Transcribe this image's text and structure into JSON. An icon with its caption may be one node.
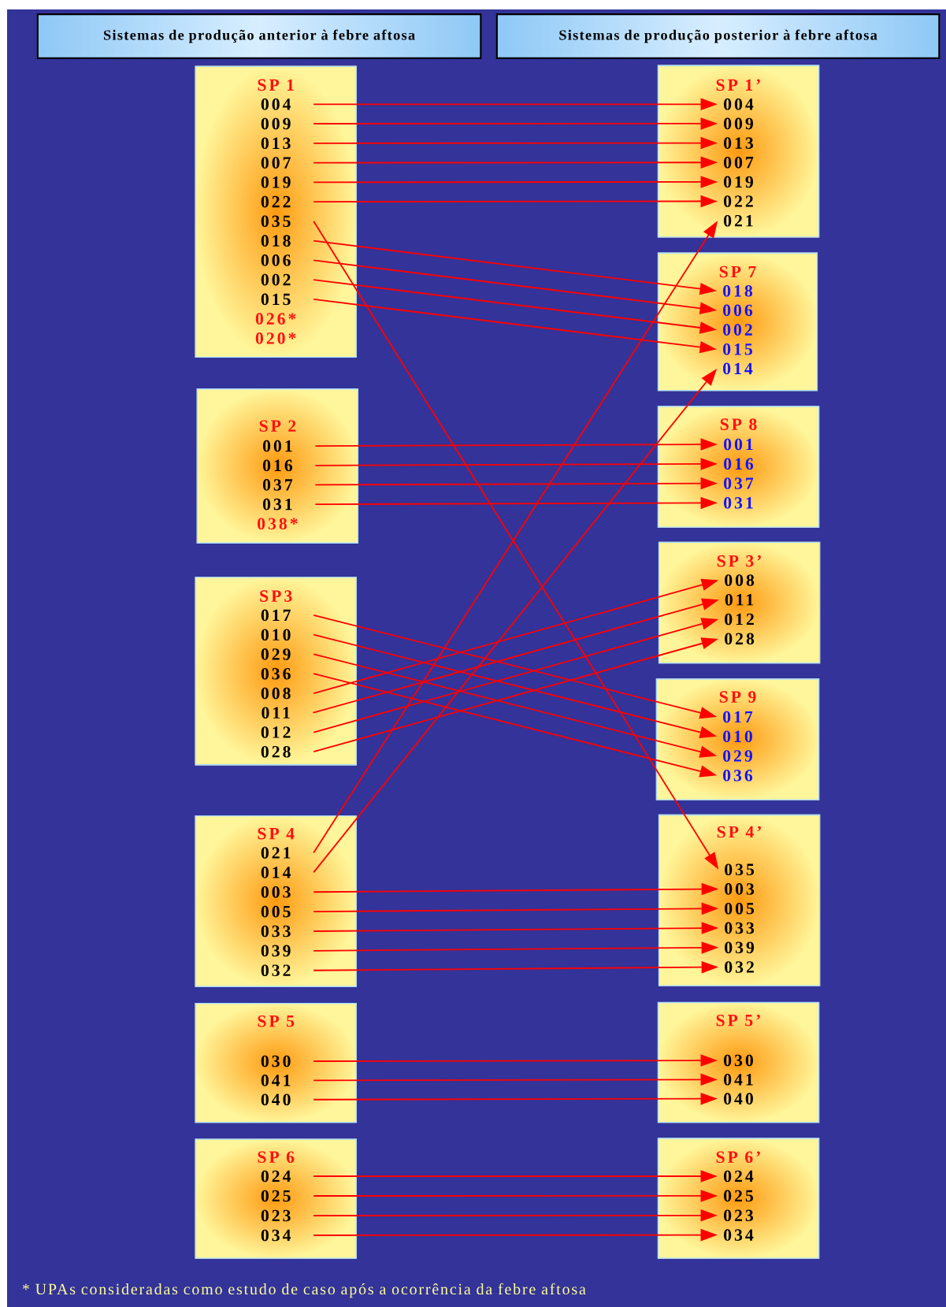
{
  "diagram": {
    "caption": "* UPAs consideradas como estudo de caso após a ocorrência da febre aftosa",
    "nodes": [
      {
        "text": [
          "Sistemas de produção anterior à febre aftosa"
        ]
      },
      {
        "text": [
          "Sistemas de produção posterior à febre aftosa"
        ]
      },
      {
        "text": [
          "SP 1"
        ]
      },
      {
        "text": [
          "004"
        ],
        "in": 2
      },
      {
        "text": [
          "009"
        ],
        "in": 2
      },
      {
        "text": [
          "013"
        ],
        "in": 2
      },
      {
        "text": [
          "007"
        ],
        "in": 2
      },
      {
        "text": [
          "019"
        ],
        "in": 2
      },
      {
        "text": [
          "022"
        ],
        "in": 2
      },
      {
        "text": [
          "035"
        ],
        "in": 2
      },
      {
        "text": [
          "018"
        ],
        "in": 2
      },
      {
        "text": [
          "006"
        ],
        "in": 2
      },
      {
        "text": [
          "002"
        ],
        "in": 2
      },
      {
        "text": [
          "015"
        ],
        "in": 2
      },
      {
        "text": [
          "026*"
        ],
        "in": 2
      },
      {
        "text": [
          "020*"
        ],
        "in": 2
      },
      {
        "text": [
          "SP 2"
        ]
      },
      {
        "text": [
          "001"
        ],
        "in": 16
      },
      {
        "text": [
          "016"
        ],
        "in": 16
      },
      {
        "text": [
          "037"
        ],
        "in": 16
      },
      {
        "text": [
          "031"
        ],
        "in": 16
      },
      {
        "text": [
          "038*"
        ],
        "in": 16
      },
      {
        "text": [
          "SP3"
        ]
      },
      {
        "text": [
          "017"
        ],
        "in": 22
      },
      {
        "text": [
          "010"
        ],
        "in": 22
      },
      {
        "text": [
          "029"
        ],
        "in": 22
      },
      {
        "text": [
          "036"
        ],
        "in": 22
      },
      {
        "text": [
          "008"
        ],
        "in": 22
      },
      {
        "text": [
          "011"
        ],
        "in": 22
      },
      {
        "text": [
          "012"
        ],
        "in": 22
      },
      {
        "text": [
          "028"
        ],
        "in": 22
      },
      {
        "text": [
          "SP 4"
        ]
      },
      {
        "text": [
          "021"
        ],
        "in": 31
      },
      {
        "text": [
          "014"
        ],
        "in": 31
      },
      {
        "text": [
          "003"
        ],
        "in": 31
      },
      {
        "text": [
          "005"
        ],
        "in": 31
      },
      {
        "text": [
          "033"
        ],
        "in": 31
      },
      {
        "text": [
          "039"
        ],
        "in": 31
      },
      {
        "text": [
          "032"
        ],
        "in": 31
      },
      {
        "text": [
          "SP 5"
        ]
      },
      {
        "text": [
          "030"
        ],
        "in": 39
      },
      {
        "text": [
          "041"
        ],
        "in": 39
      },
      {
        "text": [
          "040"
        ],
        "in": 39
      },
      {
        "text": [
          "SP 6"
        ]
      },
      {
        "text": [
          "024"
        ],
        "in": 43
      },
      {
        "text": [
          "025"
        ],
        "in": 43
      },
      {
        "text": [
          "023"
        ],
        "in": 43
      },
      {
        "text": [
          "034"
        ],
        "in": 43
      },
      {
        "text": [
          "SP 1’"
        ]
      },
      {
        "text": [
          "004"
        ],
        "in": 48
      },
      {
        "text": [
          "009"
        ],
        "in": 48
      },
      {
        "text": [
          "013"
        ],
        "in": 48
      },
      {
        "text": [
          "007"
        ],
        "in": 48
      },
      {
        "text": [
          "019"
        ],
        "in": 48
      },
      {
        "text": [
          "022"
        ],
        "in": 48
      },
      {
        "text": [
          "021"
        ],
        "in": 48
      },
      {
        "text": [
          "SP 7"
        ]
      },
      {
        "text": [
          "018"
        ],
        "in": 56
      },
      {
        "text": [
          "006"
        ],
        "in": 56
      },
      {
        "text": [
          "002"
        ],
        "in": 56
      },
      {
        "text": [
          "015"
        ],
        "in": 56
      },
      {
        "text": [
          "014"
        ],
        "in": 56
      },
      {
        "text": [
          "SP 8"
        ]
      },
      {
        "text": [
          "001"
        ],
        "in": 62
      },
      {
        "text": [
          "016"
        ],
        "in": 62
      },
      {
        "text": [
          "037"
        ],
        "in": 62
      },
      {
        "text": [
          "031"
        ],
        "in": 62
      },
      {
        "text": [
          "SP 3’"
        ]
      },
      {
        "text": [
          "008"
        ],
        "in": 67
      },
      {
        "text": [
          "011"
        ],
        "in": 67
      },
      {
        "text": [
          "012"
        ],
        "in": 67
      },
      {
        "text": [
          "028"
        ],
        "in": 67
      },
      {
        "text": [
          "SP 9"
        ]
      },
      {
        "text": [
          "017"
        ],
        "in": 72
      },
      {
        "text": [
          "010"
        ],
        "in": 72
      },
      {
        "text": [
          "029"
        ],
        "in": 72
      },
      {
        "text": [
          "036"
        ],
        "in": 72
      },
      {
        "text": [
          "SP 4’"
        ]
      },
      {
        "text": [
          "035"
        ],
        "in": 77
      },
      {
        "text": [
          "003"
        ],
        "in": 77
      },
      {
        "text": [
          "005"
        ],
        "in": 77
      },
      {
        "text": [
          "033"
        ],
        "in": 77
      },
      {
        "text": [
          "039"
        ],
        "in": 77
      },
      {
        "text": [
          "032"
        ],
        "in": 77
      },
      {
        "text": [
          "SP 5’"
        ]
      },
      {
        "text": [
          "030"
        ],
        "in": 84
      },
      {
        "text": [
          "041"
        ],
        "in": 84
      },
      {
        "text": [
          "040"
        ],
        "in": 84
      },
      {
        "text": [
          "SP 6’"
        ]
      },
      {
        "text": [
          "024"
        ],
        "in": 88
      },
      {
        "text": [
          "025"
        ],
        "in": 88
      },
      {
        "text": [
          "023"
        ],
        "in": 88
      },
      {
        "text": [
          "034"
        ],
        "in": 88
      }
    ],
    "edges": [
      {
        "from": 3,
        "to": 49,
        "arrow": "to"
      },
      {
        "from": 4,
        "to": 50,
        "arrow": "to"
      },
      {
        "from": 5,
        "to": 51,
        "arrow": "to"
      },
      {
        "from": 6,
        "to": 52,
        "arrow": "to"
      },
      {
        "from": 7,
        "to": 53,
        "arrow": "to"
      },
      {
        "from": 8,
        "to": 54,
        "arrow": "to"
      },
      {
        "from": 9,
        "to": 78,
        "arrow": "to"
      },
      {
        "from": 10,
        "to": 57,
        "arrow": "to"
      },
      {
        "from": 11,
        "to": 58,
        "arrow": "to"
      },
      {
        "from": 12,
        "to": 59,
        "arrow": "to"
      },
      {
        "from": 13,
        "to": 60,
        "arrow": "to"
      },
      {
        "from": 17,
        "to": 63,
        "arrow": "to"
      },
      {
        "from": 18,
        "to": 64,
        "arrow": "to"
      },
      {
        "from": 19,
        "to": 65,
        "arrow": "to"
      },
      {
        "from": 20,
        "to": 66,
        "arrow": "to"
      },
      {
        "from": 23,
        "to": 73,
        "arrow": "to"
      },
      {
        "from": 24,
        "to": 74,
        "arrow": "to"
      },
      {
        "from": 25,
        "to": 75,
        "arrow": "to"
      },
      {
        "from": 26,
        "to": 76,
        "arrow": "to"
      },
      {
        "from": 27,
        "to": 68,
        "arrow": "to"
      },
      {
        "from": 28,
        "to": 69,
        "arrow": "to"
      },
      {
        "from": 29,
        "to": 70,
        "arrow": "to"
      },
      {
        "from": 30,
        "to": 71,
        "arrow": "to"
      },
      {
        "from": 32,
        "to": 55,
        "arrow": "to"
      },
      {
        "from": 33,
        "to": 61,
        "arrow": "to"
      },
      {
        "from": 34,
        "to": 79,
        "arrow": "to"
      },
      {
        "from": 35,
        "to": 80,
        "arrow": "to"
      },
      {
        "from": 36,
        "to": 81,
        "arrow": "to"
      },
      {
        "from": 37,
        "to": 82,
        "arrow": "to"
      },
      {
        "from": 38,
        "to": 83,
        "arrow": "to"
      },
      {
        "from": 40,
        "to": 85,
        "arrow": "to"
      },
      {
        "from": 41,
        "to": 86,
        "arrow": "to"
      },
      {
        "from": 42,
        "to": 87,
        "arrow": "to"
      },
      {
        "from": 44,
        "to": 89,
        "arrow": "to"
      },
      {
        "from": 45,
        "to": 90,
        "arrow": "to"
      },
      {
        "from": 46,
        "to": 91,
        "arrow": "to"
      },
      {
        "from": 47,
        "to": 92,
        "arrow": "to"
      }
    ]
  }
}
